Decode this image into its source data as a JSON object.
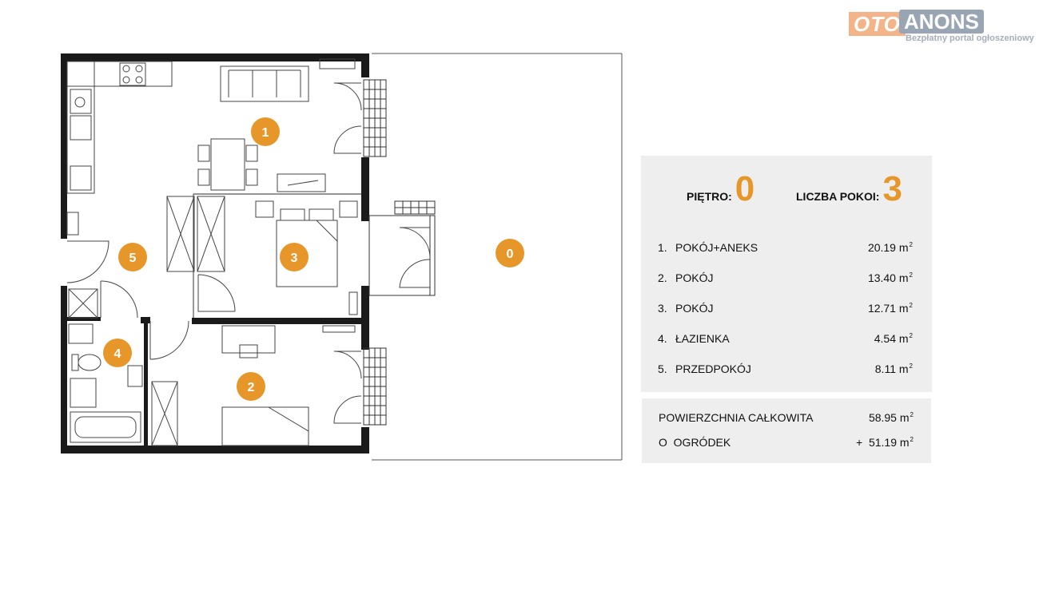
{
  "logo": {
    "part1": "OTO",
    "part2": "ANONS",
    "tagline": "Bezpłatny portal ogłoszeniowy",
    "colors": {
      "oto": "#f4b48a",
      "anons": "#9aa5b3"
    }
  },
  "plan": {
    "accent_color": "#e7962a",
    "room_badges": [
      "1",
      "2",
      "3",
      "4",
      "5",
      "0"
    ]
  },
  "summary": {
    "floor_label": "PIĘTRO:",
    "floor_value": "0",
    "rooms_label": "LICZBA POKOI:",
    "rooms_value": "3",
    "unit": "m",
    "unit_exp": "2",
    "rooms": [
      {
        "num": "1.",
        "name": "POKÓJ+ANEKS",
        "area": "20.19"
      },
      {
        "num": "2.",
        "name": "POKÓJ",
        "area": "13.40"
      },
      {
        "num": "3.",
        "name": "POKÓJ",
        "area": "12.71"
      },
      {
        "num": "4.",
        "name": "ŁAZIENKA",
        "area": "4.54"
      },
      {
        "num": "5.",
        "name": "PRZEDPOKÓJ",
        "area": "8.11"
      }
    ],
    "total_label": "POWIERZCHNIA CAŁKOWITA",
    "total_value": "58.95",
    "garden_label": "O  OGRÓDEK",
    "garden_value": "+  51.19"
  }
}
